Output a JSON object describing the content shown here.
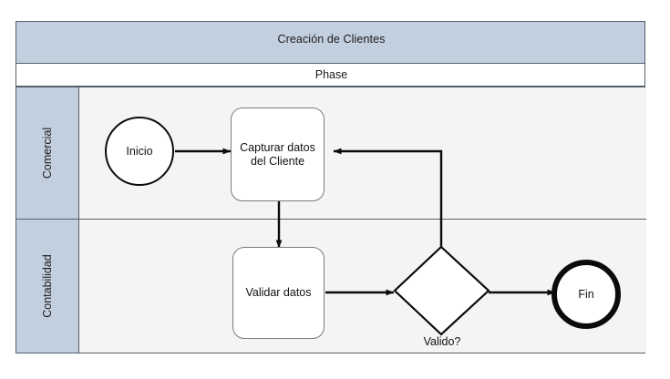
{
  "diagram": {
    "pool": {
      "title": "Creación de Clientes",
      "phase_label": "Phase",
      "header_color": "#c2cfdf",
      "border_color": "#56606b",
      "lane_background": "#f4f4f4"
    },
    "lanes": [
      {
        "id": "lane-comercial",
        "label": "Comercial"
      },
      {
        "id": "lane-contabilidad",
        "label": "Contabilidad"
      }
    ],
    "nodes": [
      {
        "id": "start-event",
        "type": "start-event",
        "label": "Inicio",
        "lane": "lane-comercial"
      },
      {
        "id": "task-capture",
        "type": "task",
        "label": "Capturar datos del Cliente",
        "lane": "lane-comercial"
      },
      {
        "id": "task-validate",
        "type": "task",
        "label": "Validar datos",
        "lane": "lane-contabilidad"
      },
      {
        "id": "gateway-valid",
        "type": "gateway",
        "label": "Valido?",
        "lane": "lane-contabilidad"
      },
      {
        "id": "end-event",
        "type": "end-event",
        "label": "Fin",
        "lane": "lane-contabilidad"
      }
    ],
    "flows": [
      {
        "id": "flow-start-to-capture",
        "from": "start-event",
        "to": "task-capture",
        "label": ""
      },
      {
        "id": "flow-capture-to-validate",
        "from": "task-capture",
        "to": "task-validate",
        "label": ""
      },
      {
        "id": "flow-validate-to-gateway",
        "from": "task-validate",
        "to": "gateway-valid",
        "label": ""
      },
      {
        "id": "flow-gateway-to-end",
        "from": "gateway-valid",
        "to": "end-event",
        "label": ""
      },
      {
        "id": "flow-gateway-to-capture",
        "from": "gateway-valid",
        "to": "task-capture",
        "label": ""
      }
    ]
  }
}
